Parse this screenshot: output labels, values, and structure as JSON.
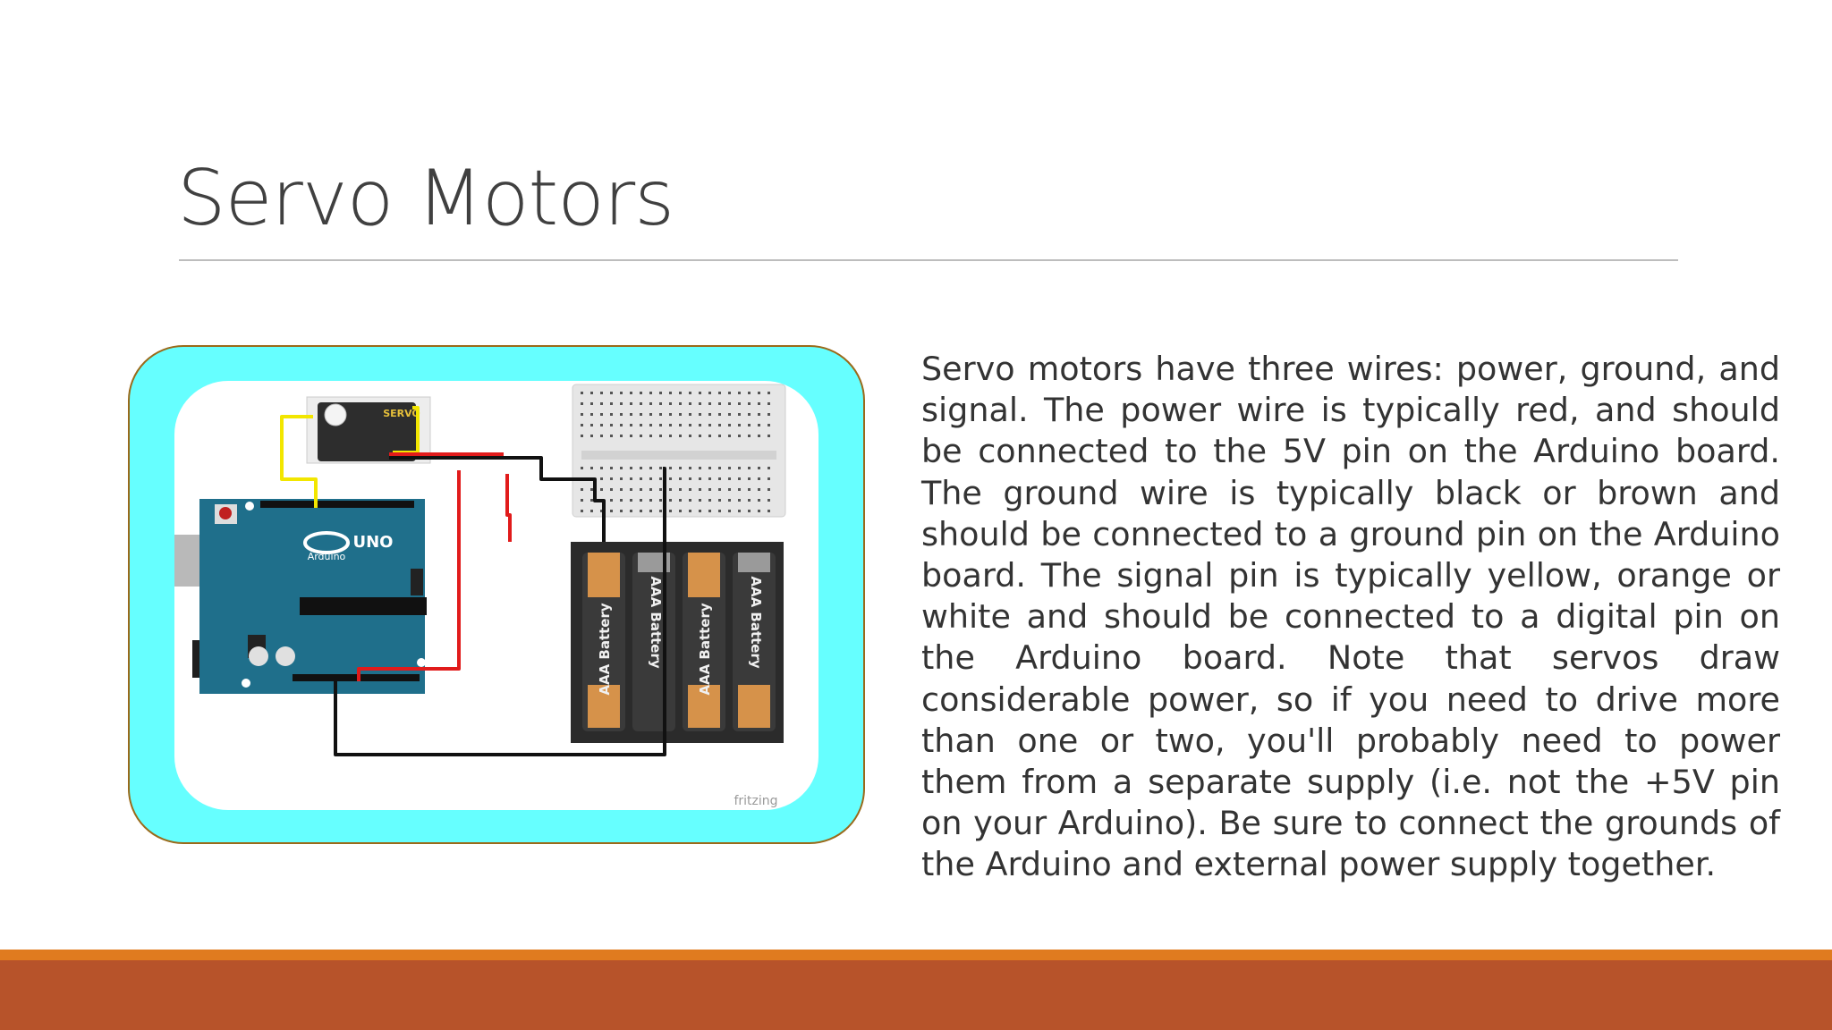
{
  "slide": {
    "title": "Servo Motors",
    "body": "Servo motors have three wires: power, ground, and signal. The power wire is typically red, and should be connected to the 5V pin on the Arduino board. The ground wire is typically black or brown and should be connected to a ground pin on the Arduino board. The signal pin is typically yellow, orange or white and should be connected to a digital pin on the Arduino board. Note that servos draw considerable power, so if you need to drive more than one or two, you'll probably need to power them from a separate supply (i.e. not the +5V pin on your Arduino). Be sure to connect the grounds of the Arduino and external power supply together."
  },
  "diagram": {
    "servo_label": "SERVO",
    "board_logo": "UNO",
    "board_brand": "Arduino",
    "battery_label": "AAA Battery",
    "watermark": "fritzing",
    "colors": {
      "frame": "#66ffff",
      "board": "#1f6f8b",
      "power_wire": "#e11b1b",
      "ground_wire": "#111111",
      "signal_wire": "#f2e600",
      "battery_cap": "#d6924a"
    }
  },
  "theme": {
    "footer_accent": "#e07b1f",
    "footer": "#b7532a"
  }
}
